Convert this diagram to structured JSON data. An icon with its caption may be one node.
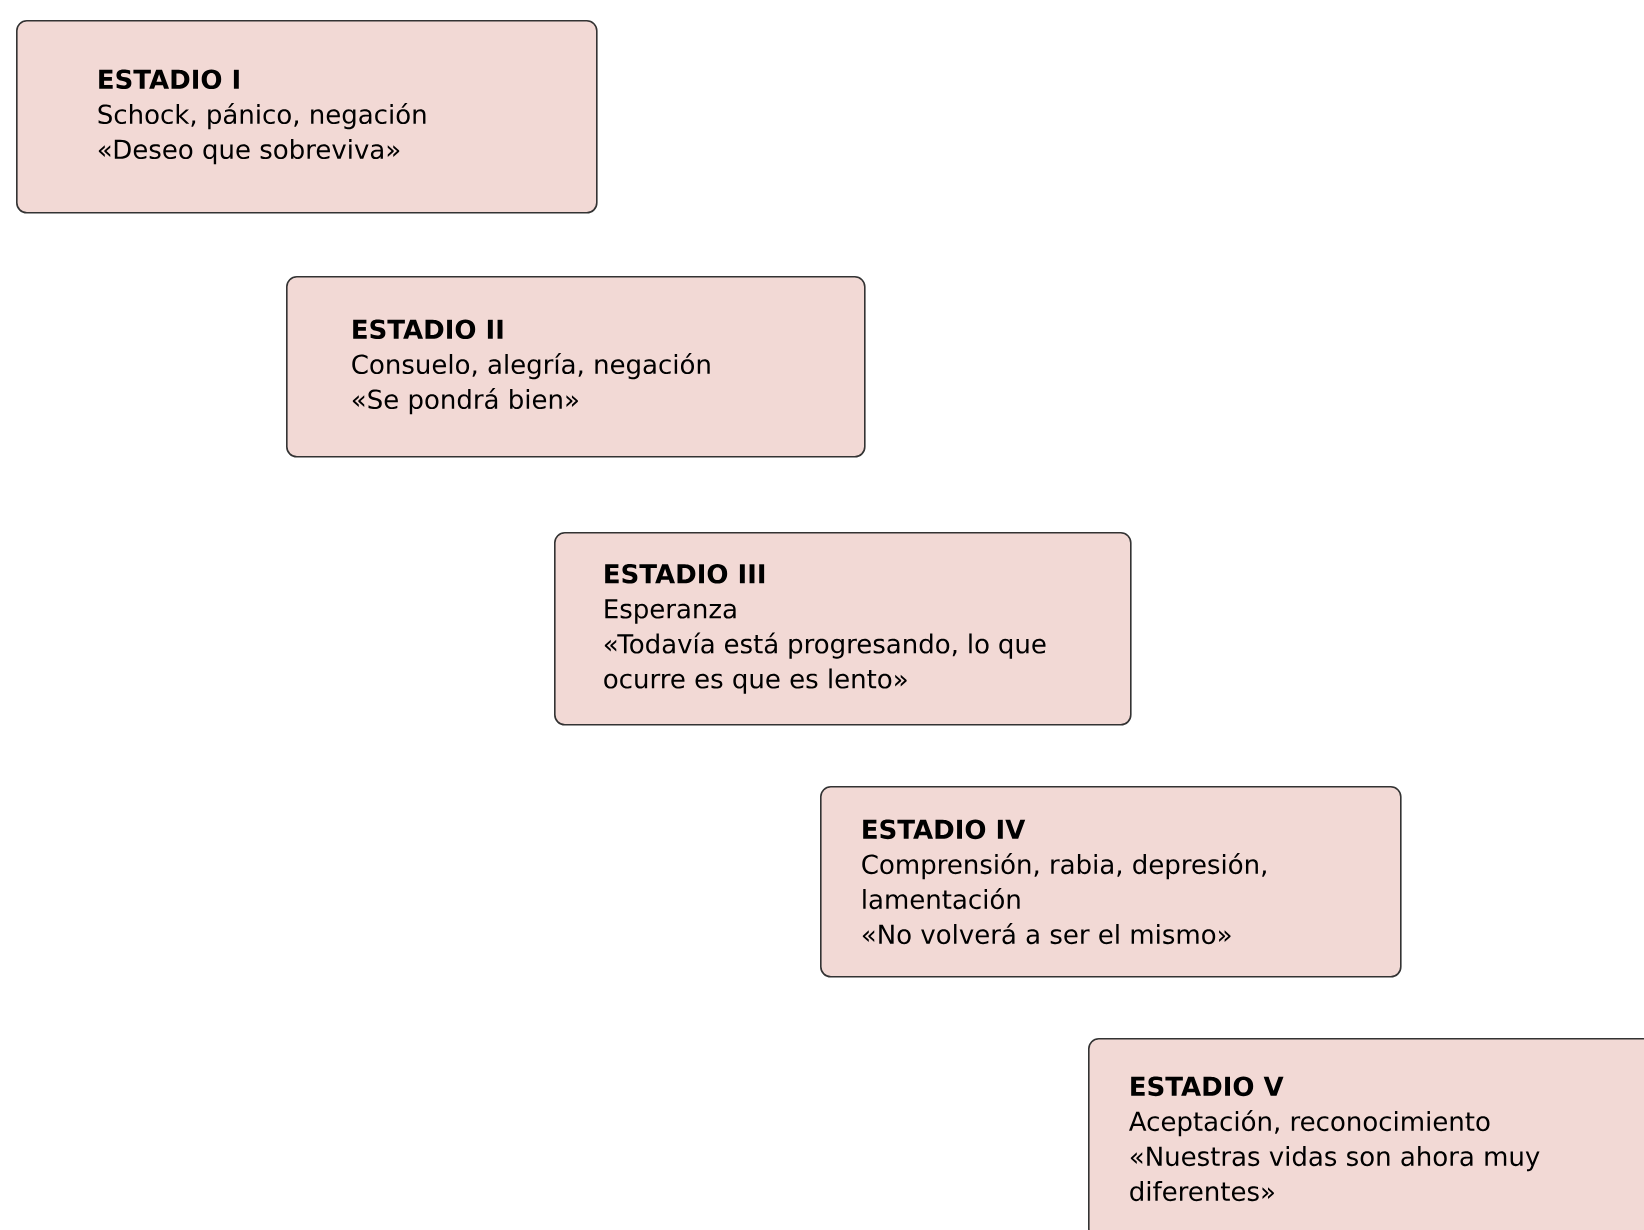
{
  "diagram": {
    "nodes": [
      {
        "text": [
          "ESTADIO I",
          "Schock, pánico, negación",
          "«Deseo que sobreviva»"
        ]
      },
      {
        "text": [
          "ESTADIO II",
          "Consuelo, alegría, negación",
          "«Se pondrá bien»"
        ]
      },
      {
        "text": [
          "ESTADIO III",
          "Esperanza",
          "«Todavía está progresando, lo que ocurre es que es lento»"
        ]
      },
      {
        "text": [
          "ESTADIO IV",
          "Comprensión, rabia, depresión, lamentación",
          "«No volverá a ser el mismo»"
        ]
      },
      {
        "text": [
          "ESTADIO V",
          "Aceptación, reconocimiento",
          "«Nuestras vidas son ahora muy diferentes»"
        ]
      }
    ]
  }
}
